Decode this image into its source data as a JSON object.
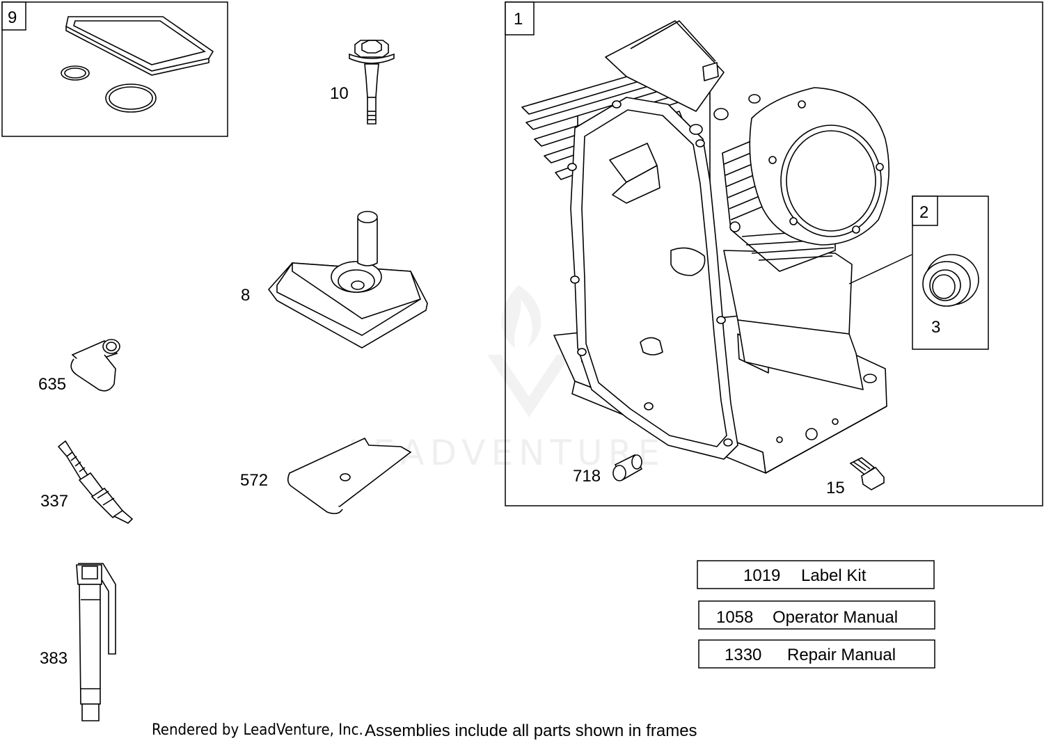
{
  "frames": {
    "f9": "9",
    "f1": "1",
    "f2": "2"
  },
  "callouts": {
    "c10": "10",
    "c8": "8",
    "c635": "635",
    "c337": "337",
    "c383": "383",
    "c572": "572",
    "c3": "3",
    "c718": "718",
    "c15": "15"
  },
  "extras": [
    {
      "num": "1019",
      "label": "Label Kit"
    },
    {
      "num": "1058",
      "label": "Operator Manual"
    },
    {
      "num": "1330",
      "label": "Repair Manual"
    }
  ],
  "footer": {
    "rendered_by": "Rendered by LeadVenture, Inc.",
    "note": "Assemblies include all parts shown in frames"
  },
  "watermark": "LEADVENTURE"
}
